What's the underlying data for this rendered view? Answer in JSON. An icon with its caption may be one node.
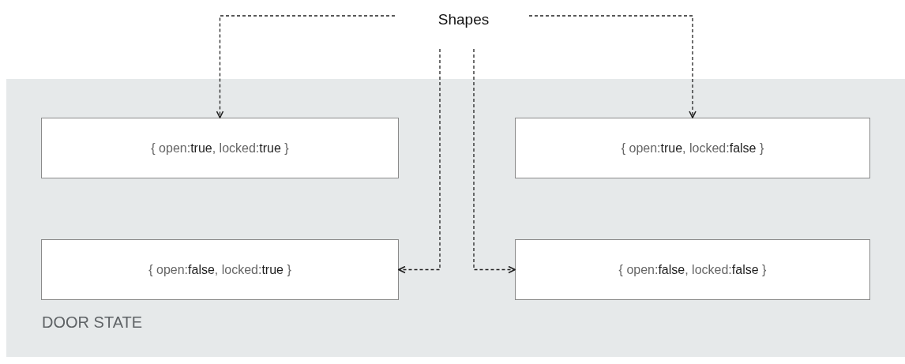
{
  "diagram": {
    "nodes": [
      {
        "text": [
          "Shapes"
        ]
      },
      {
        "text": [
          "DOOR STATE"
        ]
      },
      {
        "text": [
          "{ open:**true**, locked:**true** }"
        ],
        "in": 1
      },
      {
        "text": [
          "{ open:**true**, locked:**false** }"
        ],
        "in": 1
      },
      {
        "text": [
          "{ open:**false**, locked:**true** }"
        ],
        "in": 1
      },
      {
        "text": [
          "{ open:**false**, locked:**false** }"
        ],
        "in": 1
      }
    ],
    "edges": [
      {
        "from": 0,
        "to": 2,
        "arrow": "to",
        "style": "dashed"
      },
      {
        "from": 0,
        "to": 3,
        "arrow": "to",
        "style": "dashed"
      },
      {
        "from": 0,
        "to": 4,
        "arrow": "to",
        "style": "dashed"
      },
      {
        "from": 0,
        "to": 5,
        "arrow": "to",
        "style": "dashed"
      }
    ]
  }
}
